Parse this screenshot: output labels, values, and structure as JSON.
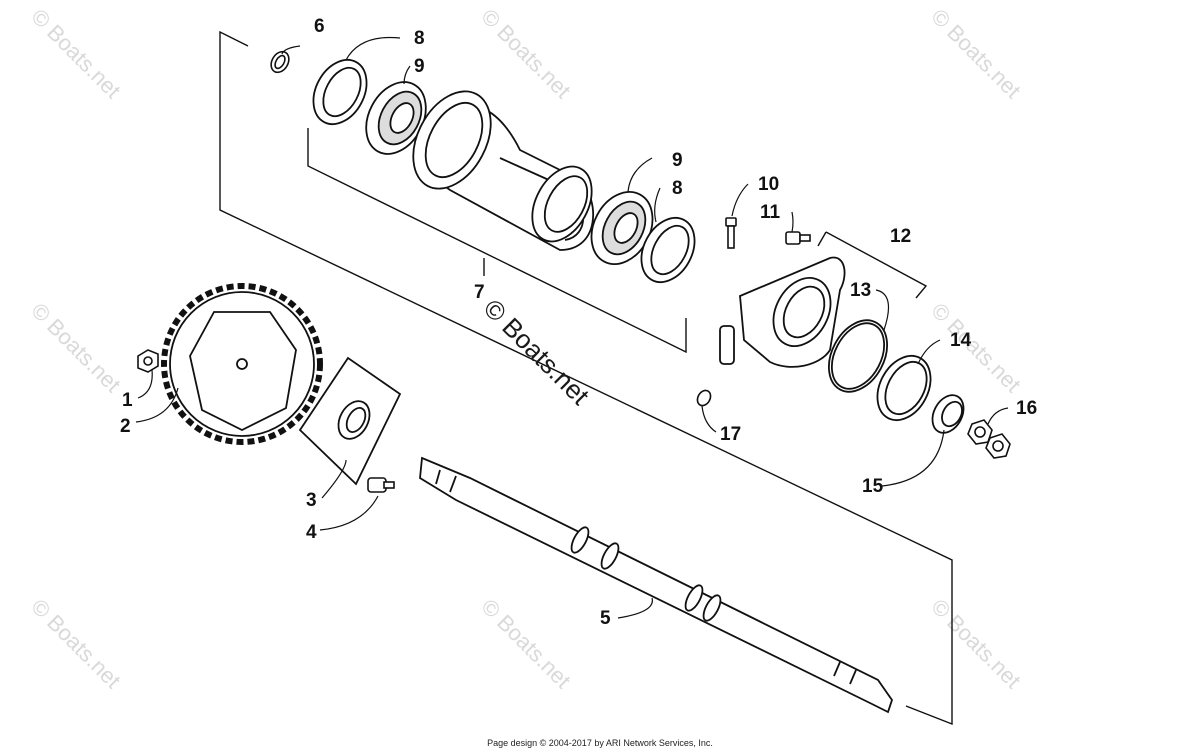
{
  "diagram": {
    "callouts": [
      {
        "id": "c1",
        "label": "1"
      },
      {
        "id": "c2",
        "label": "2"
      },
      {
        "id": "c3",
        "label": "3"
      },
      {
        "id": "c4",
        "label": "4"
      },
      {
        "id": "c5",
        "label": "5"
      },
      {
        "id": "c6",
        "label": "6"
      },
      {
        "id": "c7",
        "label": "7"
      },
      {
        "id": "c8a",
        "label": "8"
      },
      {
        "id": "c8b",
        "label": "8"
      },
      {
        "id": "c9a",
        "label": "9"
      },
      {
        "id": "c9b",
        "label": "9"
      },
      {
        "id": "c10",
        "label": "10"
      },
      {
        "id": "c11",
        "label": "11"
      },
      {
        "id": "c12",
        "label": "12"
      },
      {
        "id": "c13",
        "label": "13"
      },
      {
        "id": "c14",
        "label": "14"
      },
      {
        "id": "c15",
        "label": "15"
      },
      {
        "id": "c16",
        "label": "16"
      },
      {
        "id": "c17",
        "label": "17"
      }
    ],
    "watermark_center": "© Boats.net",
    "watermark_tile": "© Boats.net"
  },
  "footer": {
    "text": "Page design © 2004-2017 by ARI Network Services, Inc."
  }
}
